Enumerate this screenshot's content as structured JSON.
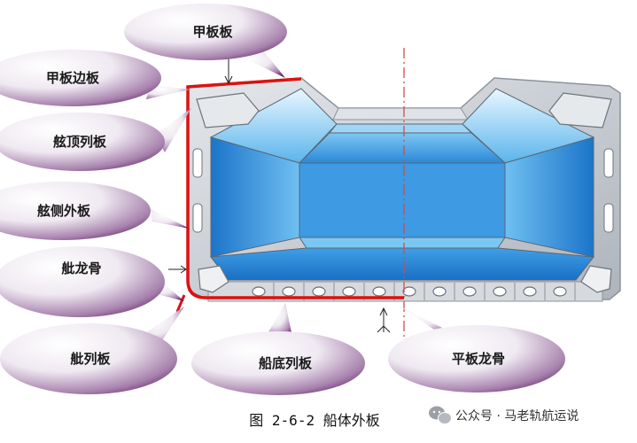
{
  "labels": {
    "deck_plate": "甲板板",
    "deck_edge_plate": "甲板边板",
    "sheer_strake": "舷顶列板",
    "side_shell_plate": "舷侧外板",
    "bilge_keel": "舭龙骨",
    "bilge_strake": "舭列板",
    "bottom_strake": "船底列板",
    "flat_keel": "平板龙骨"
  },
  "caption": "图 2-6-2 船体外板",
  "credit": {
    "text": "公众号 · 马老轨航运说",
    "icon": "wechat-icon"
  },
  "colors": {
    "shell_highlight": "#dd1111",
    "hull_gray": "#c9cdd3",
    "hold_blue": "#2f8fe0",
    "centerline": "#d24a4a",
    "bubble_dark": "#6a1f6f"
  }
}
